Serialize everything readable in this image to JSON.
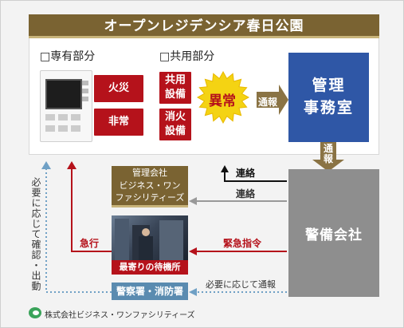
{
  "title": "オープンレジデンシア春日公園",
  "private_area_label": "□専有部分",
  "common_area_label": "□共用部分",
  "private_alarms": [
    "火災",
    "非常"
  ],
  "common_alarms": [
    [
      "共用",
      "設備"
    ],
    [
      "消火",
      "設備"
    ]
  ],
  "anomaly_label": "異常",
  "report_label": "通報",
  "management_office": [
    "管理",
    "事務室"
  ],
  "report_down_label": [
    "通",
    "報"
  ],
  "contact_label_1": "連絡",
  "contact_label_2": "連絡",
  "management_company": [
    "管理会社",
    "ビジネス・ワン",
    "ファシリティーズ"
  ],
  "security_company": "警備会社",
  "emergency_order_label": "緊急指令",
  "rush_label": "急行",
  "waiting_station": "最寄りの待機所",
  "police_fire": "警察署・消防署",
  "report_if_needed": "必要に応じて通報",
  "confirm_dispatch": "必要に応じて確認・出動",
  "footer_company": "株式会社ビジネス・ワンファシリティーズ",
  "colors": {
    "gold": "#7a6332",
    "red": "#b5121b",
    "blue": "#2f57a6",
    "gray": "#8e8e8e",
    "light_blue": "#5a8bb0",
    "burst": "#f4d313"
  }
}
